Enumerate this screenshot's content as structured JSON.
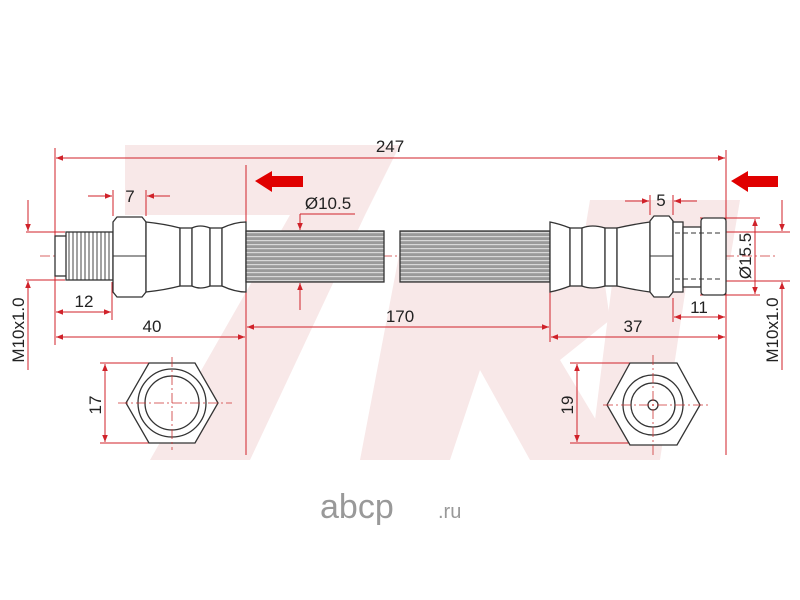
{
  "diagram": {
    "title": "Brake hose dimensional drawing",
    "dimensions": {
      "overall_length": "247",
      "left_nut_width": "7",
      "hose_diameter": "Ø10.5",
      "left_thread_length": "12",
      "left_fitting_length": "40",
      "hose_length": "170",
      "right_fitting_length": "37",
      "right_nut_width": "5",
      "right_fitting_diameter": "Ø15.5",
      "right_thread_length": "11",
      "left_thread": "M10x1.0",
      "right_thread": "M10x1.0",
      "left_hex_size": "17",
      "right_hex_size": "19"
    },
    "watermark": "7RT",
    "logo": {
      "main": "abcp",
      "suffix": ".ru"
    },
    "colors": {
      "dimension": "#d0222a",
      "arrow": "#e00000",
      "watermark": "#f7e6e6"
    }
  }
}
